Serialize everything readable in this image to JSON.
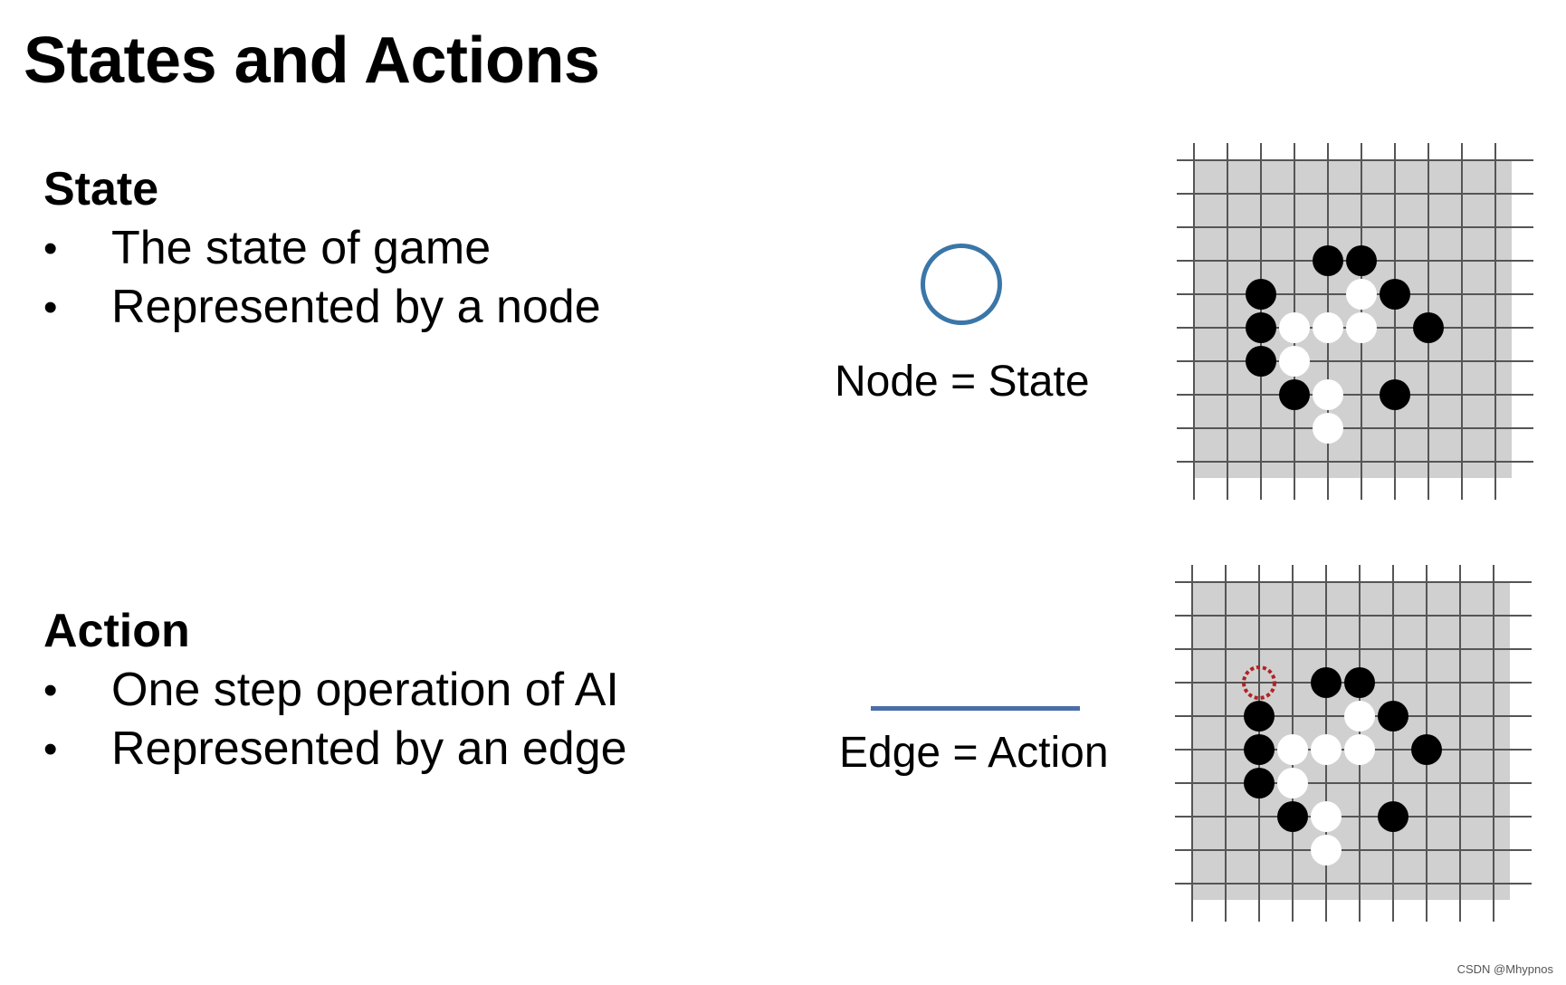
{
  "title": "States and Actions",
  "state": {
    "heading": "State",
    "bullets": [
      "The state of game",
      "Represented by a node"
    ]
  },
  "action": {
    "heading": "Action",
    "bullets": [
      "One step operation of AI",
      "Represented by an edge"
    ]
  },
  "node_caption": "Node = State",
  "edge_caption": "Edge = Action",
  "credit": "CSDN @Mhypnos",
  "colors": {
    "node_circle": "#3a76a8",
    "edge_line": "#4a6ea8",
    "board_fill": "#d0d0d0",
    "grid_line": "#555555",
    "highlight_ring": "#b22222"
  },
  "boards": {
    "state_stones": {
      "black": [
        [
          4,
          3
        ],
        [
          5,
          3
        ],
        [
          2,
          4
        ],
        [
          6,
          4
        ],
        [
          2,
          5
        ],
        [
          7,
          5
        ],
        [
          2,
          6
        ],
        [
          3,
          7
        ],
        [
          6,
          7
        ]
      ],
      "white": [
        [
          5,
          4
        ],
        [
          3,
          5
        ],
        [
          4,
          5
        ],
        [
          5,
          5
        ],
        [
          3,
          6
        ],
        [
          4,
          7
        ],
        [
          4,
          8
        ]
      ]
    },
    "action_stones": {
      "black": [
        [
          4,
          3
        ],
        [
          5,
          3
        ],
        [
          2,
          4
        ],
        [
          6,
          4
        ],
        [
          2,
          5
        ],
        [
          7,
          5
        ],
        [
          2,
          6
        ],
        [
          3,
          7
        ],
        [
          6,
          7
        ]
      ],
      "white": [
        [
          5,
          4
        ],
        [
          3,
          5
        ],
        [
          4,
          5
        ],
        [
          5,
          5
        ],
        [
          3,
          6
        ],
        [
          4,
          7
        ],
        [
          4,
          8
        ]
      ],
      "highlight": [
        2,
        3
      ]
    }
  }
}
